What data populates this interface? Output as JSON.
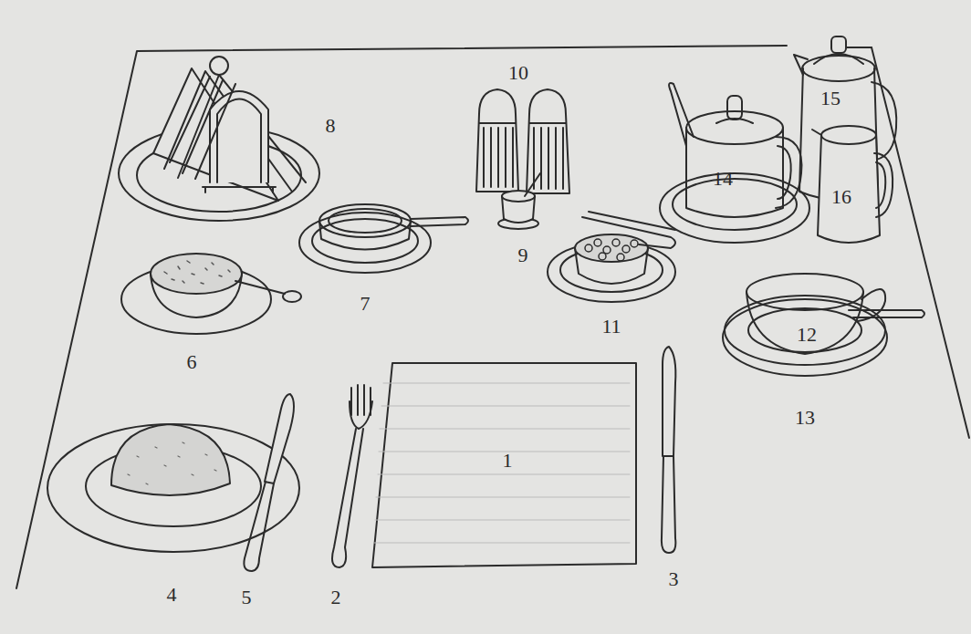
{
  "diagram": {
    "labels": [
      "10",
      "15",
      "8",
      "14",
      "16",
      "9",
      "7",
      "11",
      "6",
      "12",
      "1",
      "13",
      "4",
      "5",
      "2",
      "3"
    ]
  }
}
